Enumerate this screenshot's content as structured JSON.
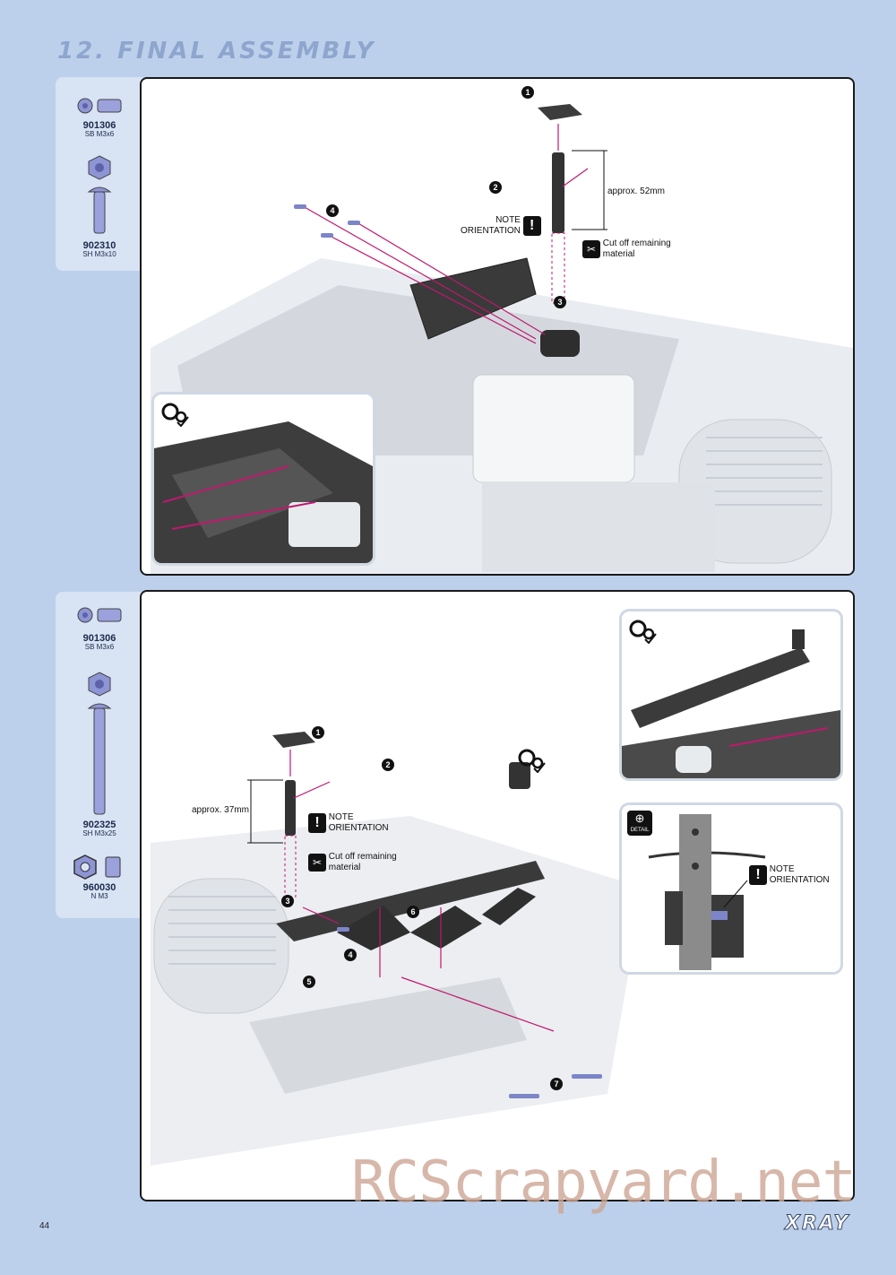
{
  "header": {
    "title": "12. FINAL ASSEMBLY"
  },
  "step1": {
    "parts": [
      {
        "code": "901306",
        "desc": "SB M3x6"
      },
      {
        "code": "902310",
        "desc": "SH M3x10"
      }
    ],
    "callouts": {
      "length": "approx. 52mm",
      "note_line1": "NOTE",
      "note_line2": "ORIENTATION",
      "cut_line1": "Cut off remaining",
      "cut_line2": "material"
    },
    "steps": [
      "1",
      "2",
      "3",
      "4"
    ]
  },
  "step2": {
    "parts": [
      {
        "code": "901306",
        "desc": "SB M3x6"
      },
      {
        "code": "902325",
        "desc": "SH M3x25"
      },
      {
        "code": "960030",
        "desc": "N M3"
      }
    ],
    "callouts": {
      "length": "approx. 37mm",
      "note_line1": "NOTE",
      "note_line2": "ORIENTATION",
      "cut_line1": "Cut off remaining",
      "cut_line2": "material",
      "detail_label": "DETAIL",
      "detail_note_line1": "NOTE",
      "detail_note_line2": "ORIENTATION"
    },
    "steps": [
      "1",
      "2",
      "3",
      "4",
      "5",
      "6",
      "7"
    ]
  },
  "footer": {
    "page_number": "44",
    "brand": "XRAY",
    "watermark": "RCScrapyard.net"
  },
  "colors": {
    "background": "#bcd0ec",
    "accent": "#c0186e",
    "hardware": "#7d85c9"
  }
}
